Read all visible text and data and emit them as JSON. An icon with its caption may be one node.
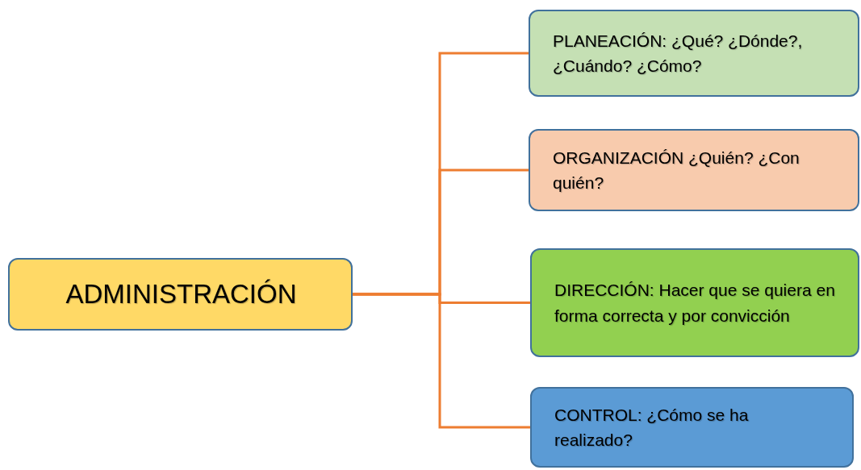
{
  "diagram": {
    "nodes": [
      {
        "text": [
          "ADMINISTRACIÓN"
        ]
      },
      {
        "text": [
          "PLANEACIÓN: ¿Qué? ¿Dónde?,¿Cuándo? ¿Cómo?"
        ]
      },
      {
        "text": [
          "ORGANIZACIÓN ¿Quién? ¿Con quién?"
        ]
      },
      {
        "text": [
          "DIRECCIÓN: Hacer que se quiera en forma correcta y por convicción"
        ]
      },
      {
        "text": [
          "CONTROL: ¿Cómo se ha realizado?"
        ]
      }
    ],
    "edges": [
      {
        "from": 0,
        "to": 1,
        "arrow": "none"
      },
      {
        "from": 0,
        "to": 2,
        "arrow": "none"
      },
      {
        "from": 0,
        "to": 3,
        "arrow": "none"
      },
      {
        "from": 0,
        "to": 4,
        "arrow": "none"
      }
    ]
  }
}
